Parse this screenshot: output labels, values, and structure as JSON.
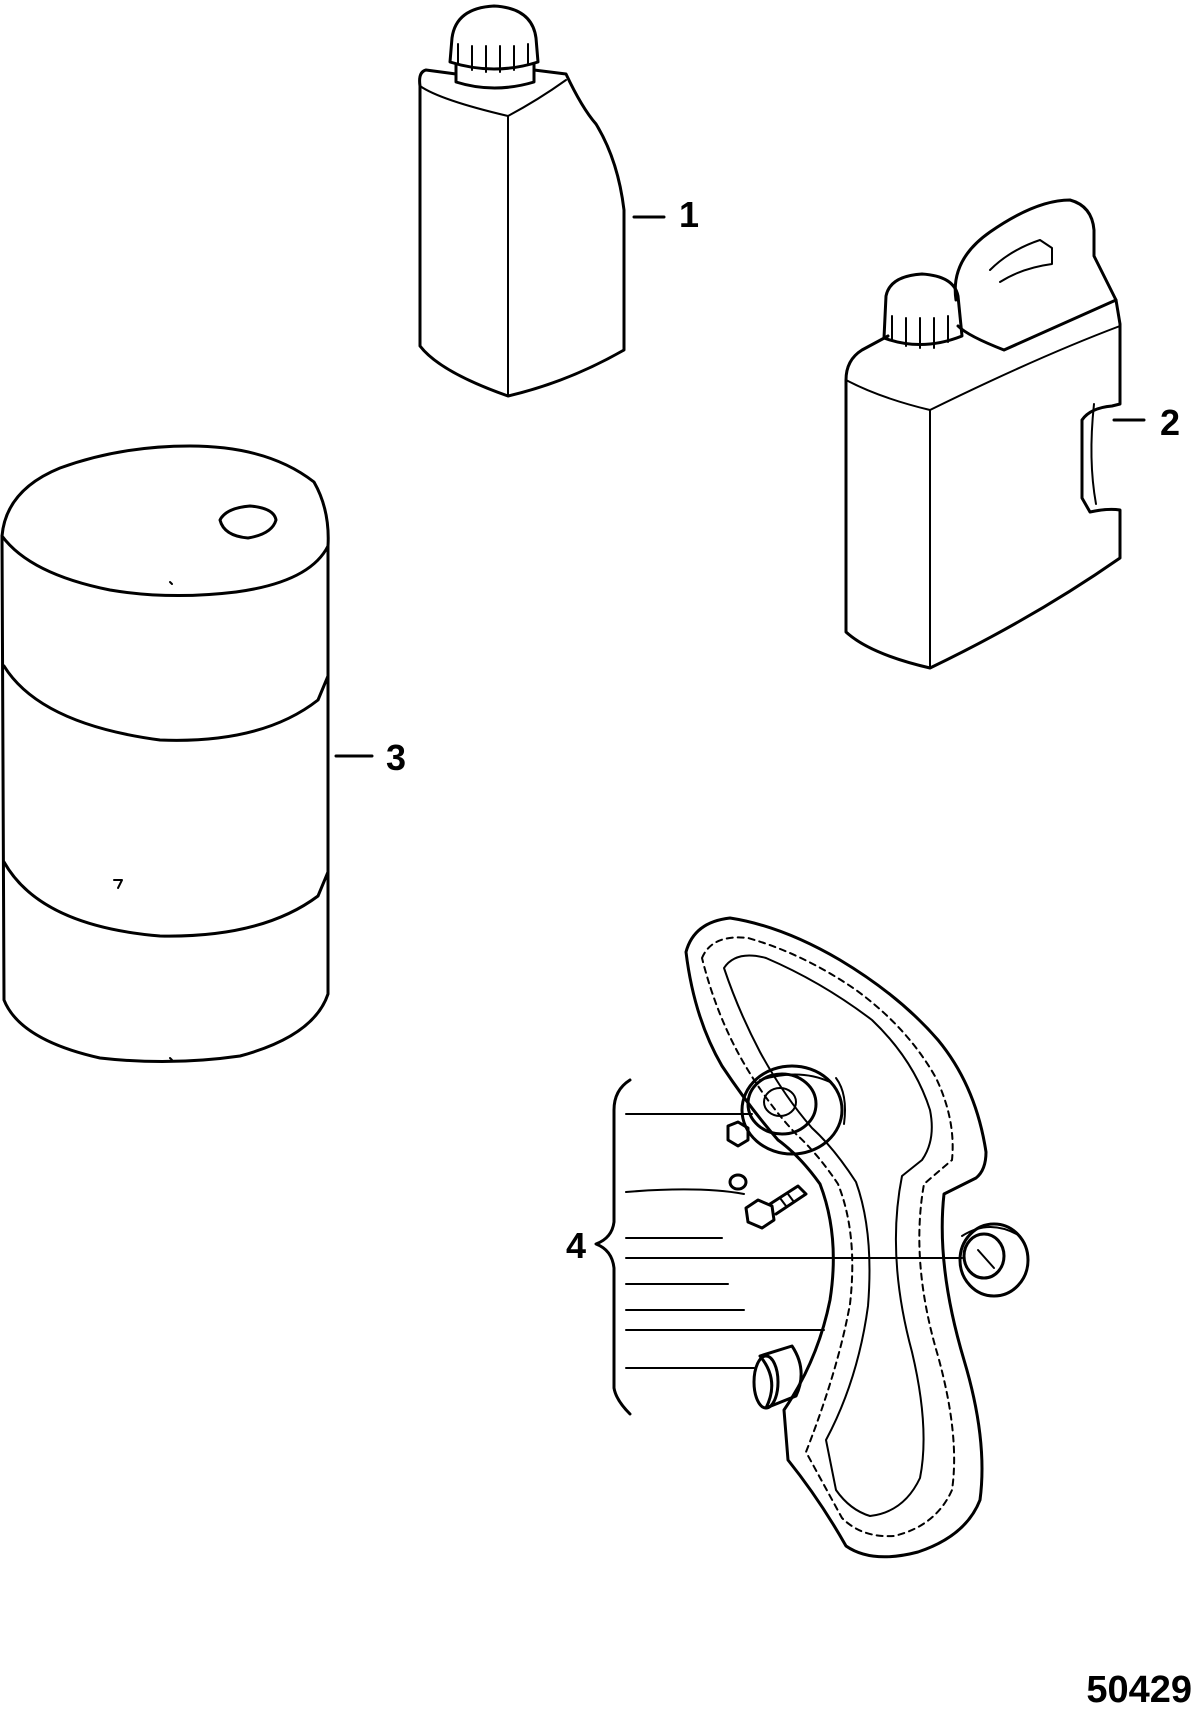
{
  "callouts": [
    {
      "number": "1",
      "part": "small-oil-bottle"
    },
    {
      "number": "2",
      "part": "oil-jug-with-handle"
    },
    {
      "number": "3",
      "part": "oil-drum"
    },
    {
      "number": "4",
      "part": "timing-belt-kit"
    }
  ],
  "figure_number": "50429",
  "colors": {
    "line": "#000000",
    "background": "#ffffff"
  }
}
